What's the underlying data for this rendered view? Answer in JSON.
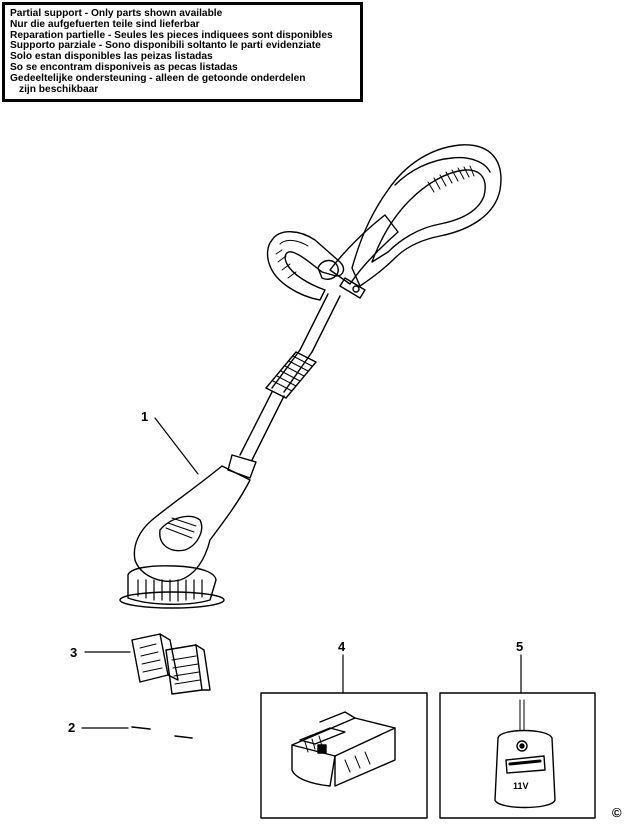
{
  "notice": {
    "lines": [
      "Partial support - Only parts shown available",
      "Nur die aufgefuerten teile sind lieferbar",
      "Reparation partielle - Seules les pieces indiquees sont disponibles",
      "Supporto parziale - Sono disponibili soltanto le parti evidenziate",
      "Solo estan disponibles las peizas listadas",
      "So se encontram disponiveis as pecas listadas",
      "Gedeeltelijke ondersteuning - alleen de getoonde onderdelen",
      "zijn beschikbaar"
    ]
  },
  "callouts": {
    "part1": "1",
    "part2": "2",
    "part3": "3",
    "part4": "4",
    "part5": "5"
  },
  "charger": {
    "voltage_label": "11V"
  },
  "copyright": "©"
}
